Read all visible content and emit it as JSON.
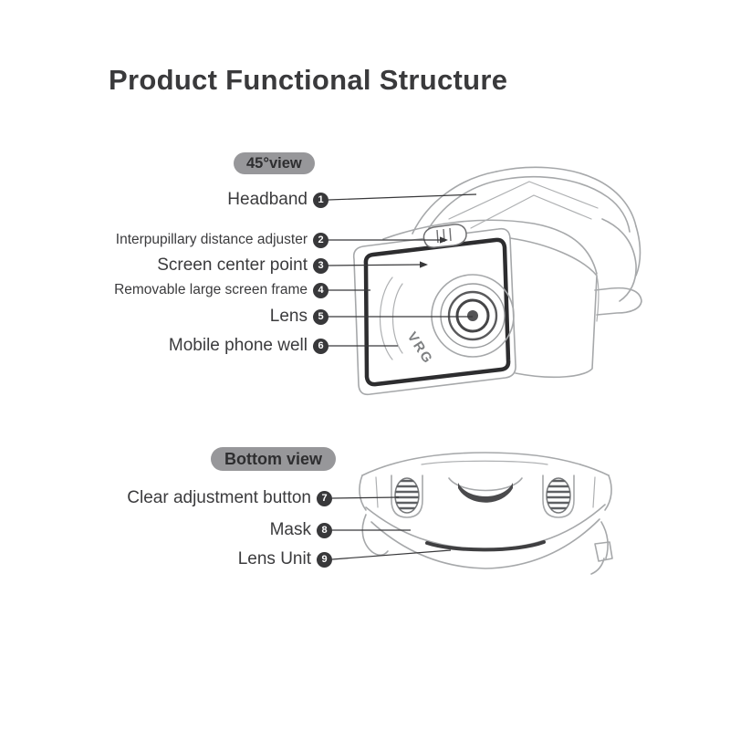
{
  "title": "Product Functional Structure",
  "views": [
    {
      "badge": "45°view",
      "labels": [
        {
          "num": "1",
          "text": "Headband"
        },
        {
          "num": "2",
          "text": "Interpupillary distance adjuster"
        },
        {
          "num": "3",
          "text": "Screen center point"
        },
        {
          "num": "4",
          "text": "Removable large screen frame"
        },
        {
          "num": "5",
          "text": "Lens"
        },
        {
          "num": "6",
          "text": "Mobile phone well"
        }
      ]
    },
    {
      "badge": "Bottom view",
      "labels": [
        {
          "num": "7",
          "text": "Clear adjustment button"
        },
        {
          "num": "8",
          "text": "Mask"
        },
        {
          "num": "9",
          "text": "Lens Unit"
        }
      ]
    }
  ],
  "illustration": {
    "logo": "VRG"
  },
  "colors": {
    "background": "#ffffff",
    "title_text": "#3a3a3c",
    "badge_background": "#97979a",
    "badge_text": "#2e2e30",
    "label_text": "#3b3b3d",
    "number_circle": "#38383a",
    "line_art": "#a6a8aa",
    "dark_accent": "#2d2d2f"
  }
}
